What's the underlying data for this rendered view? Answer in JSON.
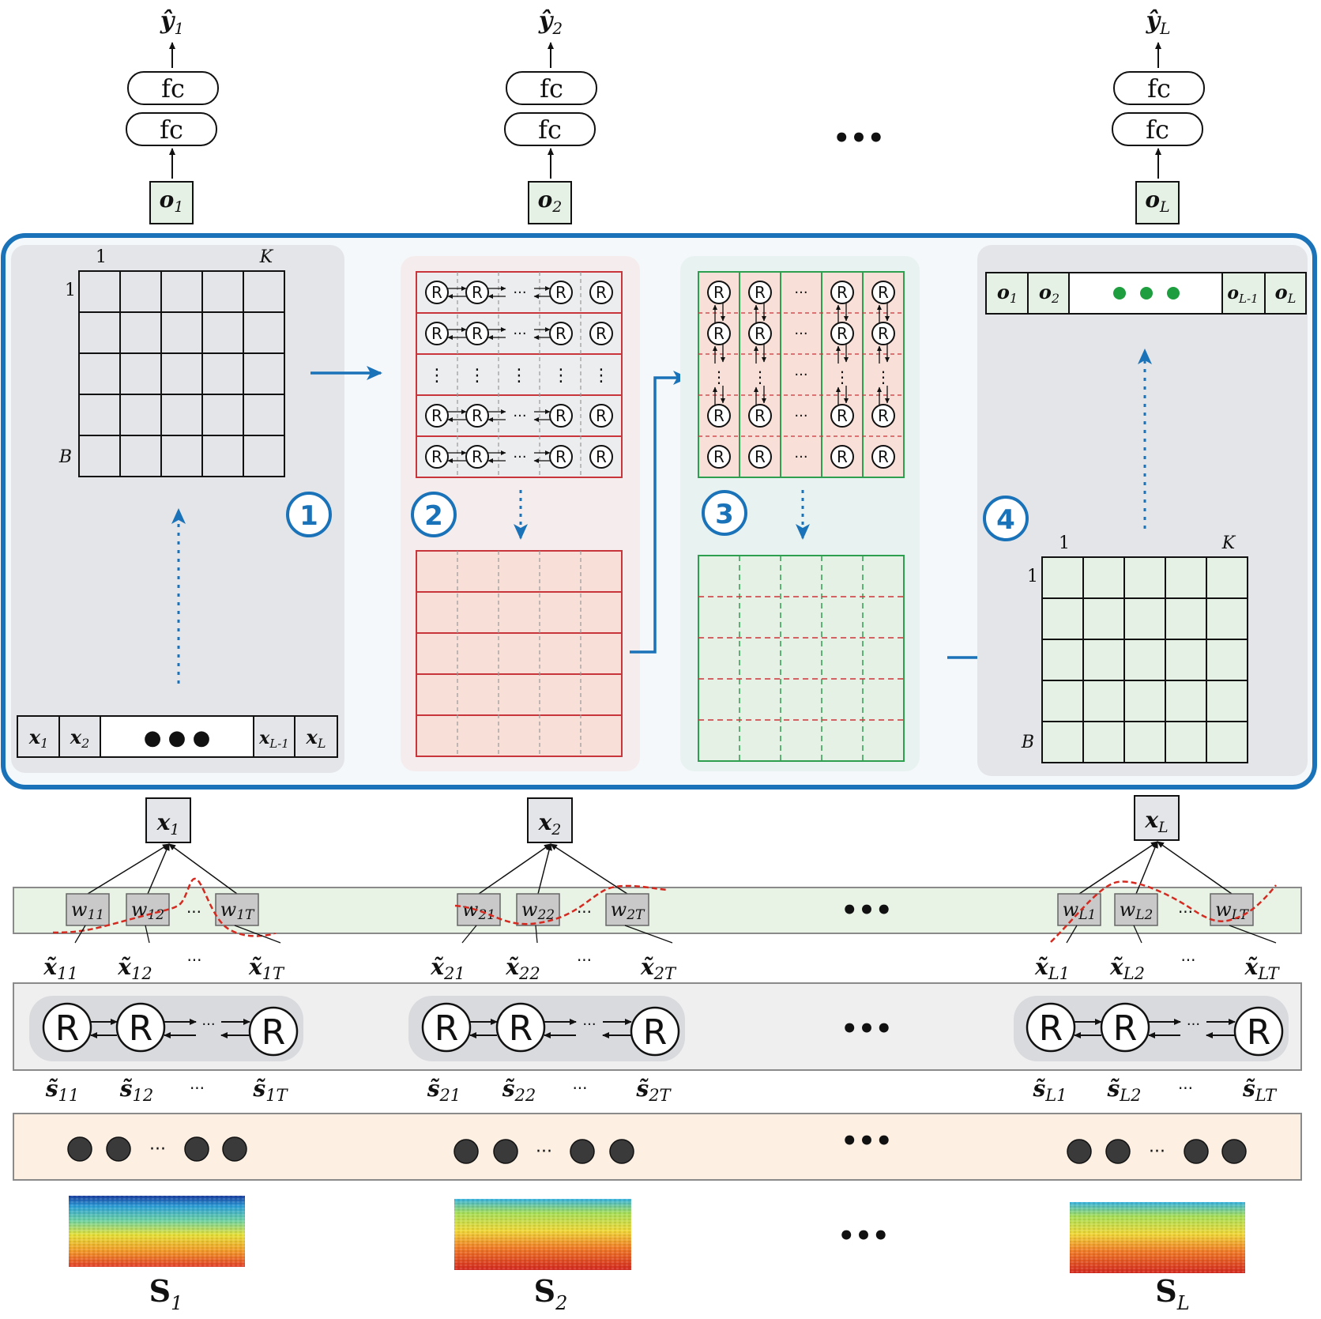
{
  "outputs": {
    "heads": [
      {
        "y_hat": "ŷ",
        "y_sub": "1",
        "fc_top": "fc",
        "fc_bottom": "fc",
        "o": "o",
        "o_sub": "1"
      },
      {
        "y_hat": "ŷ",
        "y_sub": "2",
        "fc_top": "fc",
        "fc_bottom": "fc",
        "o": "o",
        "o_sub": "2"
      },
      {
        "y_hat": "ŷ",
        "y_sub": "L",
        "fc_top": "fc",
        "fc_bottom": "fc",
        "o": "o",
        "o_sub": "L"
      }
    ],
    "ellipsis": "•••"
  },
  "main_panel": {
    "step1": {
      "number": "1",
      "col_start": "1",
      "col_end": "K",
      "row_start": "1",
      "row_end": "B",
      "input_seq": {
        "first": "x",
        "first_sub": "1",
        "second": "x",
        "second_sub": "2",
        "dots": "● ● ●",
        "second_last": "x",
        "second_last_sub": "L-1",
        "last": "x",
        "last_sub": "L"
      }
    },
    "step2": {
      "number": "2",
      "cell_label": "R",
      "mid_dots": "···",
      "vdots": "⋮"
    },
    "step3": {
      "number": "3",
      "cell_label": "R",
      "mid_dots": "···",
      "vdots": "⋮"
    },
    "step4": {
      "number": "4",
      "col_start": "1",
      "col_end": "K",
      "row_start": "1",
      "row_end": "B",
      "output_seq": {
        "first": "o",
        "first_sub": "1",
        "second": "o",
        "second_sub": "2",
        "second_last": "o",
        "second_last_sub": "L-1",
        "last": "o",
        "last_sub": "L"
      }
    }
  },
  "epochs": [
    {
      "x": "x",
      "x_sub": "1",
      "w": [
        "w",
        "w",
        "w"
      ],
      "w_sub": [
        "11",
        "12",
        "1T"
      ],
      "w_dots": "···",
      "xt": [
        "x̃",
        "x̃",
        "x̃"
      ],
      "xt_sub": [
        "11",
        "12",
        "1T"
      ],
      "xt_dots": "···",
      "r": "R",
      "r_dots": "···",
      "st": [
        "s̃",
        "s̃",
        "s̃"
      ],
      "st_sub": [
        "11",
        "12",
        "1T"
      ],
      "st_dots": "···",
      "seq_dots": "···",
      "S": "S",
      "S_sub": "1"
    },
    {
      "x": "x",
      "x_sub": "2",
      "w": [
        "w",
        "w",
        "w"
      ],
      "w_sub": [
        "21",
        "22",
        "2T"
      ],
      "w_dots": "···",
      "xt": [
        "x̃",
        "x̃",
        "x̃"
      ],
      "xt_sub": [
        "21",
        "22",
        "2T"
      ],
      "xt_dots": "···",
      "r": "R",
      "r_dots": "···",
      "st": [
        "s̃",
        "s̃",
        "s̃"
      ],
      "st_sub": [
        "21",
        "22",
        "2T"
      ],
      "st_dots": "···",
      "seq_dots": "···",
      "S": "S",
      "S_sub": "2"
    },
    {
      "x": "x",
      "x_sub": "L",
      "w": [
        "w",
        "w",
        "w"
      ],
      "w_sub": [
        "L1",
        "L2",
        "LT"
      ],
      "w_dots": "···",
      "xt": [
        "x̃",
        "x̃",
        "x̃"
      ],
      "xt_sub": [
        "L1",
        "L2",
        "LT"
      ],
      "xt_dots": "···",
      "r": "R",
      "r_dots": "···",
      "st": [
        "s̃",
        "s̃",
        "s̃"
      ],
      "st_sub": [
        "L1",
        "L2",
        "LT"
      ],
      "st_dots": "···",
      "seq_dots": "···",
      "S": "S",
      "S_sub": "L"
    }
  ],
  "row_ellipsis": "•••",
  "colors": {
    "accent_blue": "#1a73b8",
    "red_block": "#c8353a",
    "green_block": "#2e9e4f",
    "gray_panel": "#e4e5e8",
    "pink_panel": "#f5eded",
    "mint_panel": "#e8f3f1",
    "green_cell": "#e6f1e6",
    "red_cell": "#f8dfd7",
    "peach_band": "#fdefe2",
    "light_green_band": "#e8f3e6"
  }
}
